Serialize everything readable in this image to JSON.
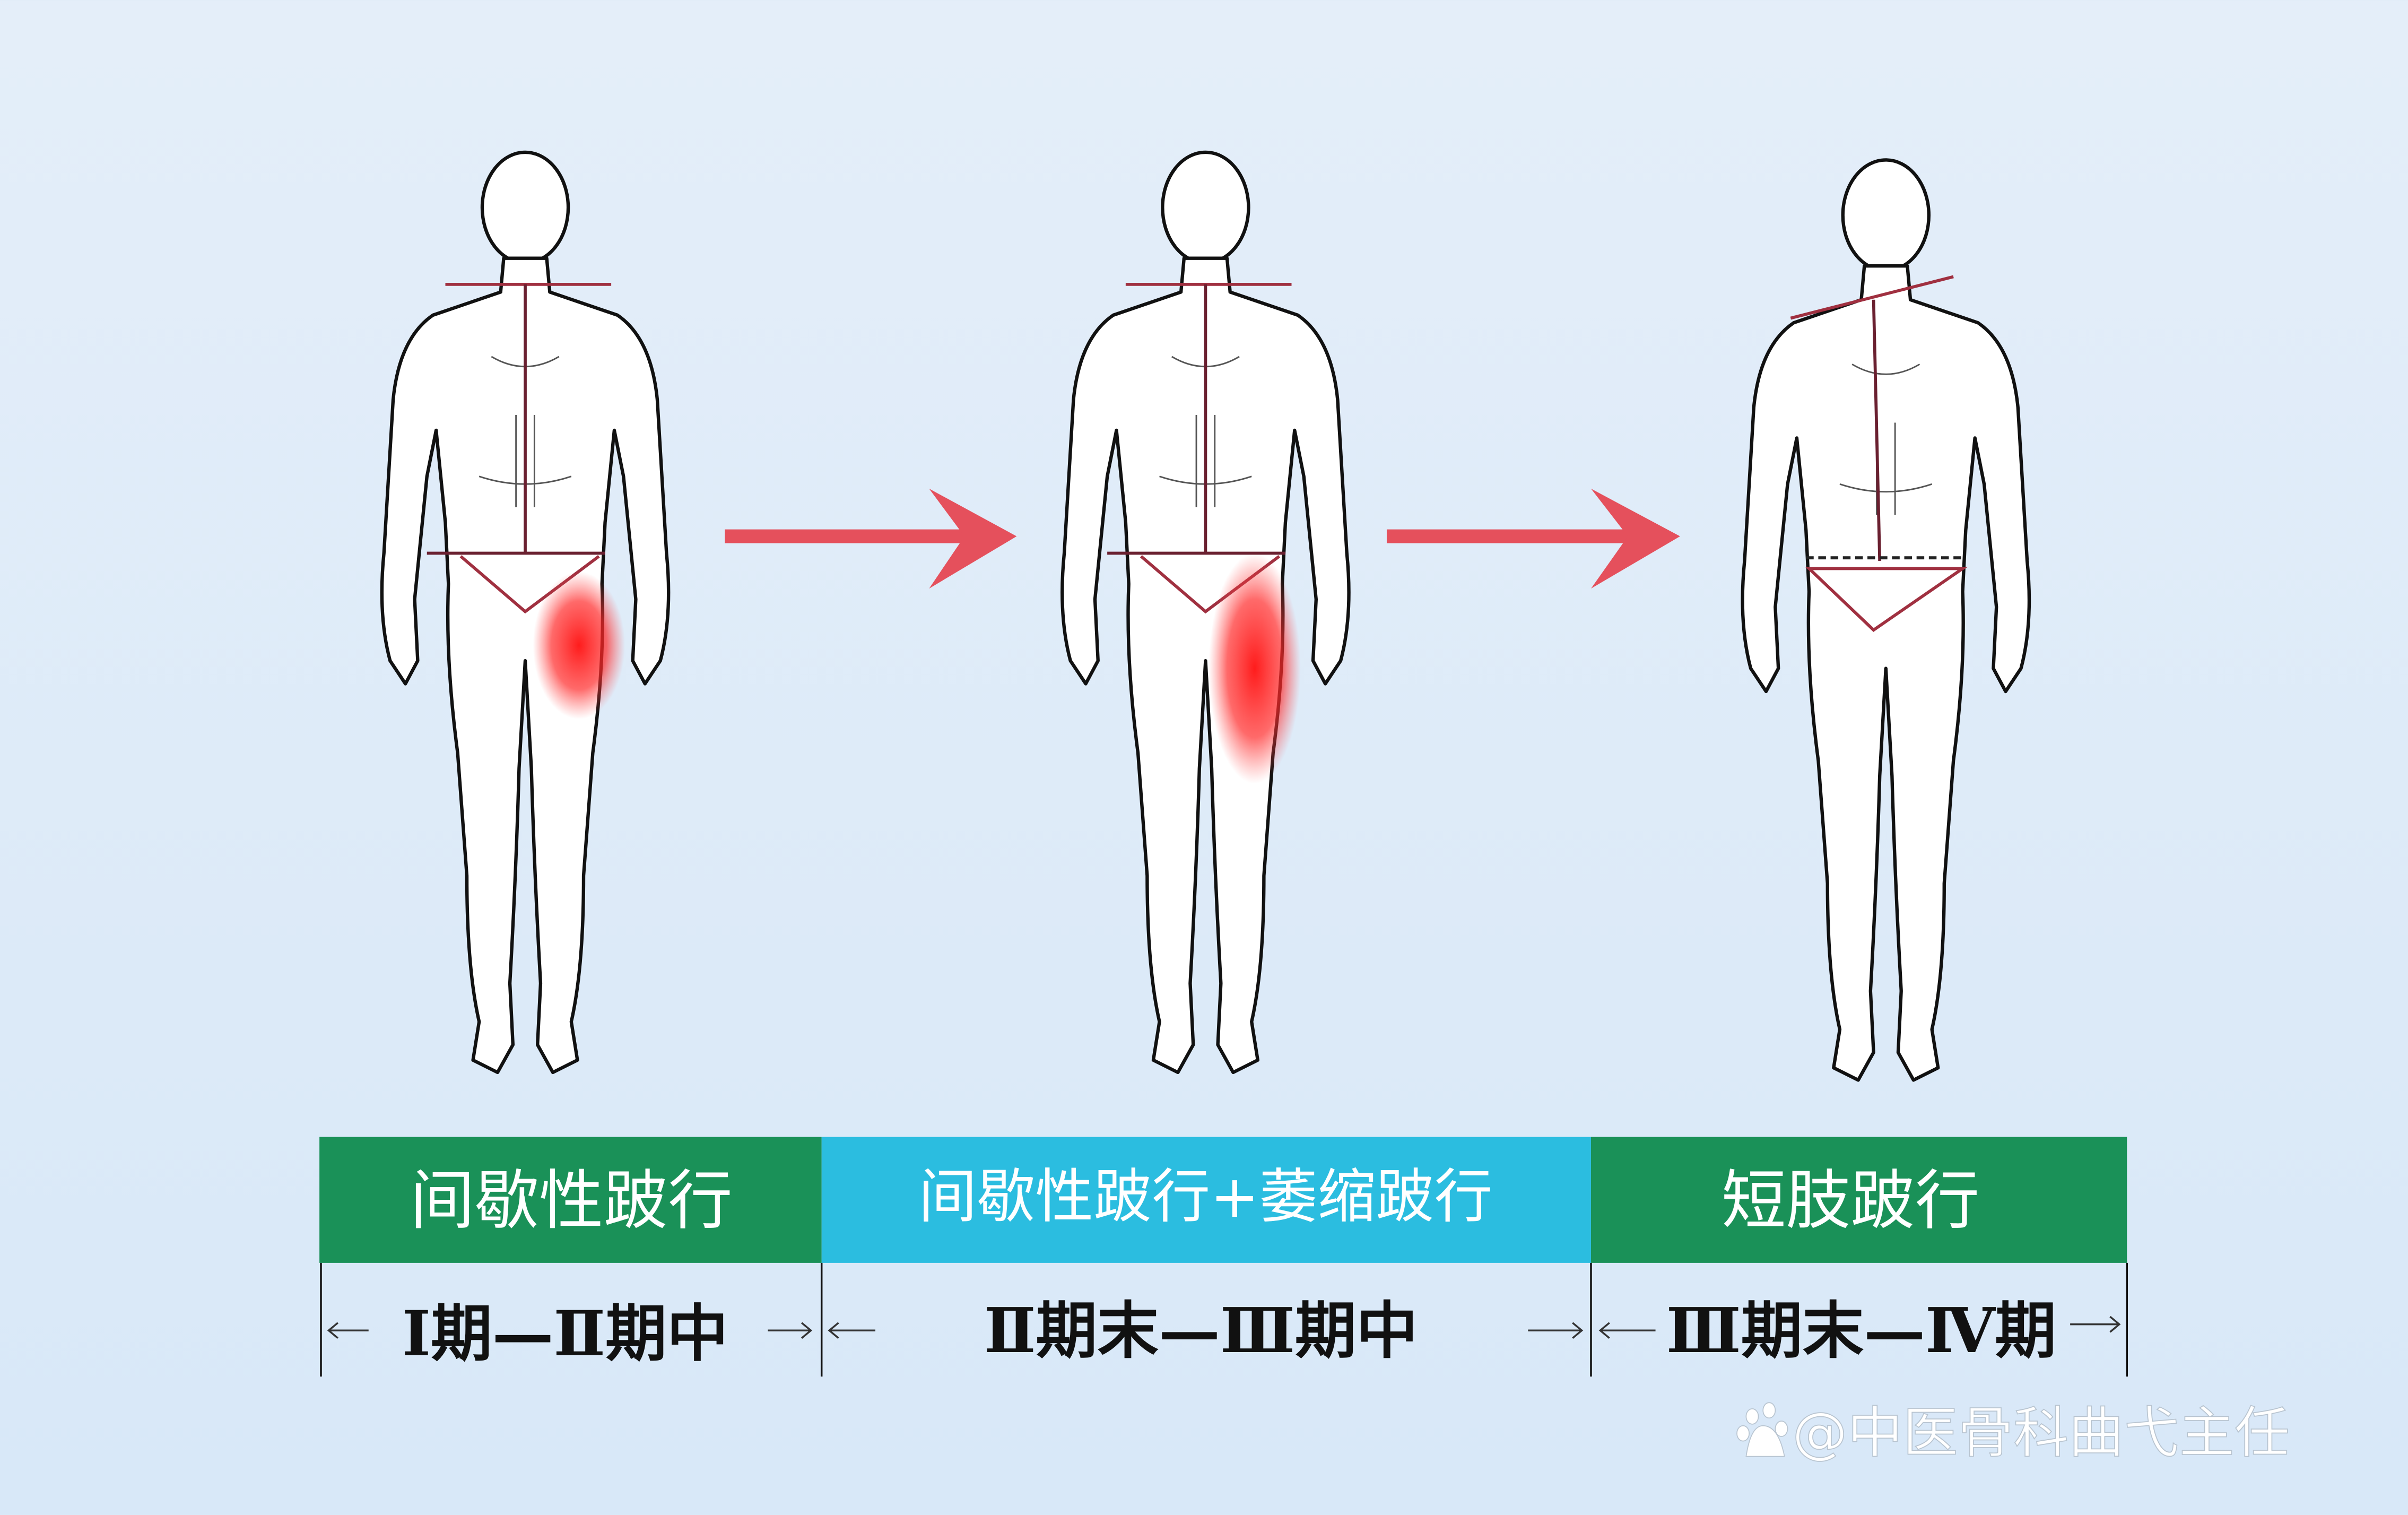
{
  "colors": {
    "background": "#dcebf8",
    "label_green": "#1a9158",
    "label_cyan": "#2bbde0",
    "arrow_red": "#e5505c",
    "pain_red": "#ff1a1a"
  },
  "figures": [
    {
      "stage": 1,
      "pain_region": "upper-thigh"
    },
    {
      "stage": 2,
      "pain_region": "whole-thigh"
    },
    {
      "stage": 3,
      "pain_region": "none",
      "pelvis_tilted": true
    }
  ],
  "labels": [
    {
      "title": "间歇性跛行",
      "stage": "Ⅰ期—Ⅱ期中"
    },
    {
      "title": "间歇性跛行+萎缩跛行",
      "stage": "Ⅱ期末—Ⅲ期中"
    },
    {
      "title": "短肢跛行",
      "stage": "Ⅲ期末—Ⅳ期"
    }
  ],
  "watermark": {
    "text": "@中医骨科曲弋主任",
    "logo": "du"
  }
}
